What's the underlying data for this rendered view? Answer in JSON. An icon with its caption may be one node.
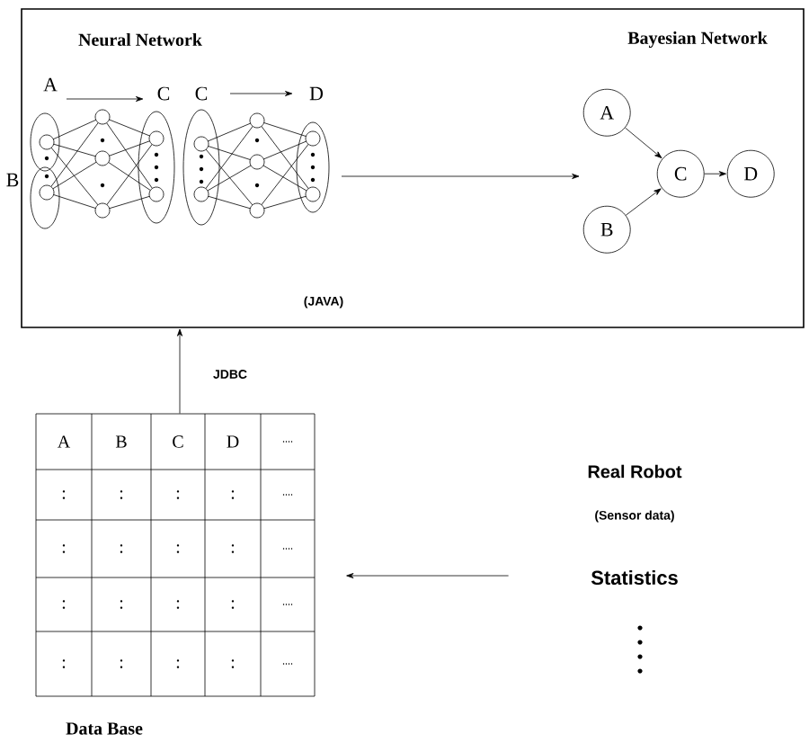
{
  "diagram": {
    "nodes": [
      {
        "text": [
          "(JAVA)"
        ]
      },
      {
        "text": [
          "Neural Network"
        ],
        "in": 0
      },
      {
        "text": [
          "Bayesian Network"
        ],
        "in": 0
      },
      {
        "text": [
          "A"
        ],
        "in": 2
      },
      {
        "text": [
          "C"
        ],
        "in": 2
      },
      {
        "text": [
          "D"
        ],
        "in": 2
      },
      {
        "text": [
          "B"
        ],
        "in": 2
      },
      {
        "text": [],
        "shape": "box",
        "beside": [
          "Data Base"
        ]
      },
      {
        "text": [
          "Real Robot",
          "(Sensor data)",
          "Statistics"
        ]
      }
    ],
    "edges": [
      {
        "from": 1,
        "to": 2,
        "arrow": "to"
      },
      {
        "from": 3,
        "to": 4,
        "arrow": "to"
      },
      {
        "from": 6,
        "to": 4,
        "arrow": "to"
      },
      {
        "from": 4,
        "to": 5,
        "arrow": "to"
      },
      {
        "from": 7,
        "to": 0,
        "arrow": "to",
        "label": "JDBC"
      },
      {
        "from": 8,
        "to": 7,
        "arrow": "to"
      }
    ],
    "labels": [
      "A",
      "C",
      "C",
      "D",
      "B",
      "A",
      "B",
      "C",
      "D",
      "....",
      ":",
      ":",
      ":",
      ":",
      "....",
      ":",
      ":",
      ":",
      ":",
      "....",
      ":",
      ":",
      ":",
      ":",
      "....",
      ":",
      ":",
      ":",
      ":",
      "...."
    ]
  }
}
